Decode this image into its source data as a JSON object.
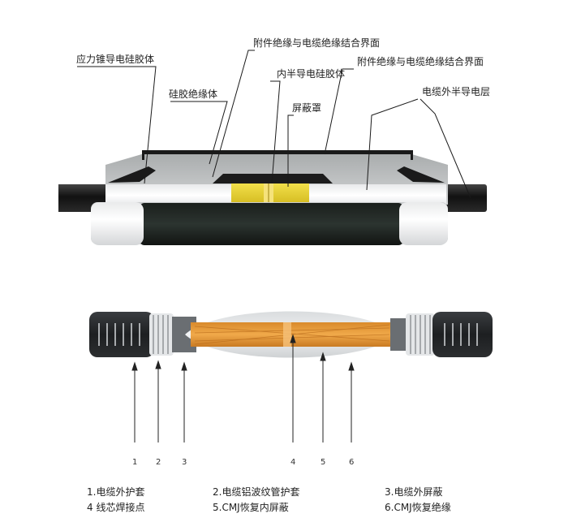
{
  "top_diagram": {
    "labels": {
      "stress_cone": "应力锥导电硅胶体",
      "silicone_insulation": "硅胶绝缘体",
      "interface_1": "附件绝缘与电缆绝缘结合界面",
      "inner_semi": "内半导电硅胶体",
      "interface_2": "附件绝缘与电缆绝缘结合界面",
      "shield_cover": "屏蔽罩",
      "outer_semi": "电缆外半导电层"
    }
  },
  "bottom_diagram": {
    "numbers": [
      "1",
      "2",
      "3",
      "4",
      "5",
      "6"
    ],
    "legend": [
      [
        "1.电缆外护套",
        "2.电缆铝波纹管护套",
        "3.电缆外屏蔽"
      ],
      [
        "4 线芯焊接点",
        "5.CMJ恢复内屏蔽",
        "6.CMJ恢复绝缘"
      ]
    ]
  }
}
